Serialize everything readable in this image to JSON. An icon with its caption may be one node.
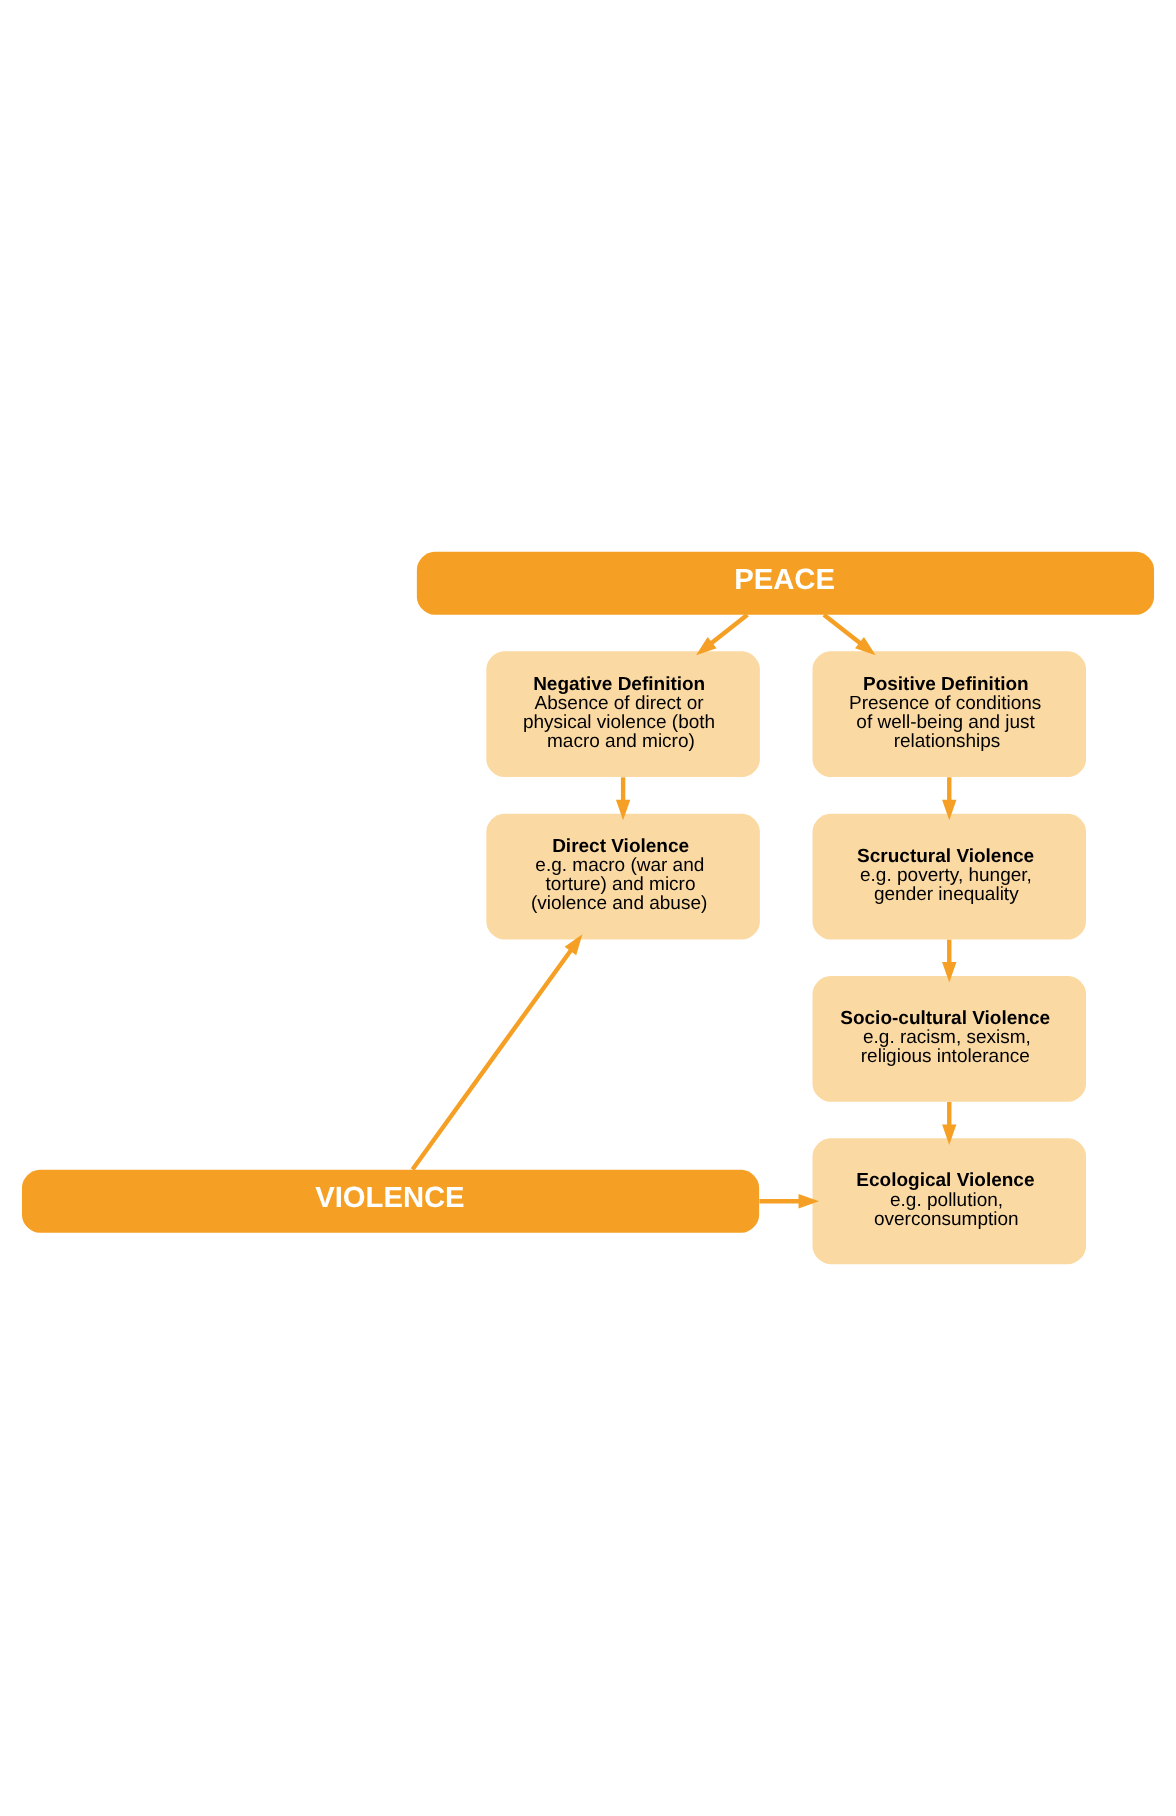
{
  "diagram": {
    "nodes": [
      {
        "text": [
          "PEACE"
        ]
      },
      {
        "text": [
          "Negative Definition",
          "Absence of direct or physical violence (both macro and micro)"
        ]
      },
      {
        "text": [
          "Positive Definition",
          "Presence of conditions of well-being and just relationships"
        ]
      },
      {
        "text": [
          "Direct Violence",
          "e.g. macro (war and torture) and micro (violence and abuse)"
        ]
      },
      {
        "text": [
          "Scructural Violence",
          "e.g. poverty, hunger, gender inequality"
        ]
      },
      {
        "text": [
          "Socio-cultural Violence",
          "e.g. racism, sexism, religious intolerance"
        ]
      },
      {
        "text": [
          "Ecological Violence",
          "e.g. pollution, overconsumption"
        ]
      },
      {
        "text": [
          "VIOLENCE"
        ]
      }
    ],
    "edges": [
      {
        "from": 0,
        "to": 1,
        "arrow": "to"
      },
      {
        "from": 0,
        "to": 2,
        "arrow": "to"
      },
      {
        "from": 1,
        "to": 3,
        "arrow": "to"
      },
      {
        "from": 2,
        "to": 4,
        "arrow": "to"
      },
      {
        "from": 4,
        "to": 5,
        "arrow": "to"
      },
      {
        "from": 5,
        "to": 6,
        "arrow": "to"
      },
      {
        "from": 7,
        "to": 3,
        "arrow": "to"
      },
      {
        "from": 7,
        "to": 6,
        "arrow": "to"
      }
    ]
  }
}
